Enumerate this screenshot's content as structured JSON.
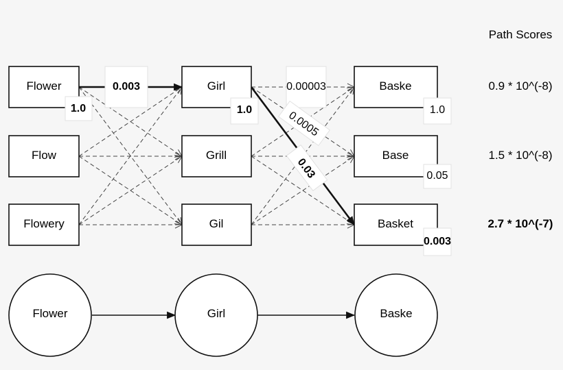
{
  "header": {
    "path_scores_title": "Path Scores"
  },
  "lattice": {
    "columns": [
      [
        "Flower",
        "Flow",
        "Flowery"
      ],
      [
        "Girl",
        "Grill",
        "Gil"
      ],
      [
        "Baske",
        "Base",
        "Basket"
      ]
    ],
    "node_scores": {
      "flower": "1.0",
      "girl": "1.0",
      "baske": "1.0",
      "base": "0.05",
      "basket": "0.003"
    },
    "edge_labels": {
      "flower_girl": "0.003",
      "girl_baske": "0.00003",
      "girl_base": "0.0005",
      "girl_basket": "0.03"
    }
  },
  "path_scores": [
    "0.9 * 10^(-8)",
    "1.5 * 10^(-8)",
    "2.7 * 10^(-7)"
  ],
  "chain": [
    "Flower",
    "Girl",
    "Baske"
  ],
  "colors": {
    "background": "#f6f6f6",
    "stroke": "#111111",
    "dashed": "#444444",
    "label_bg": "#ffffff"
  }
}
